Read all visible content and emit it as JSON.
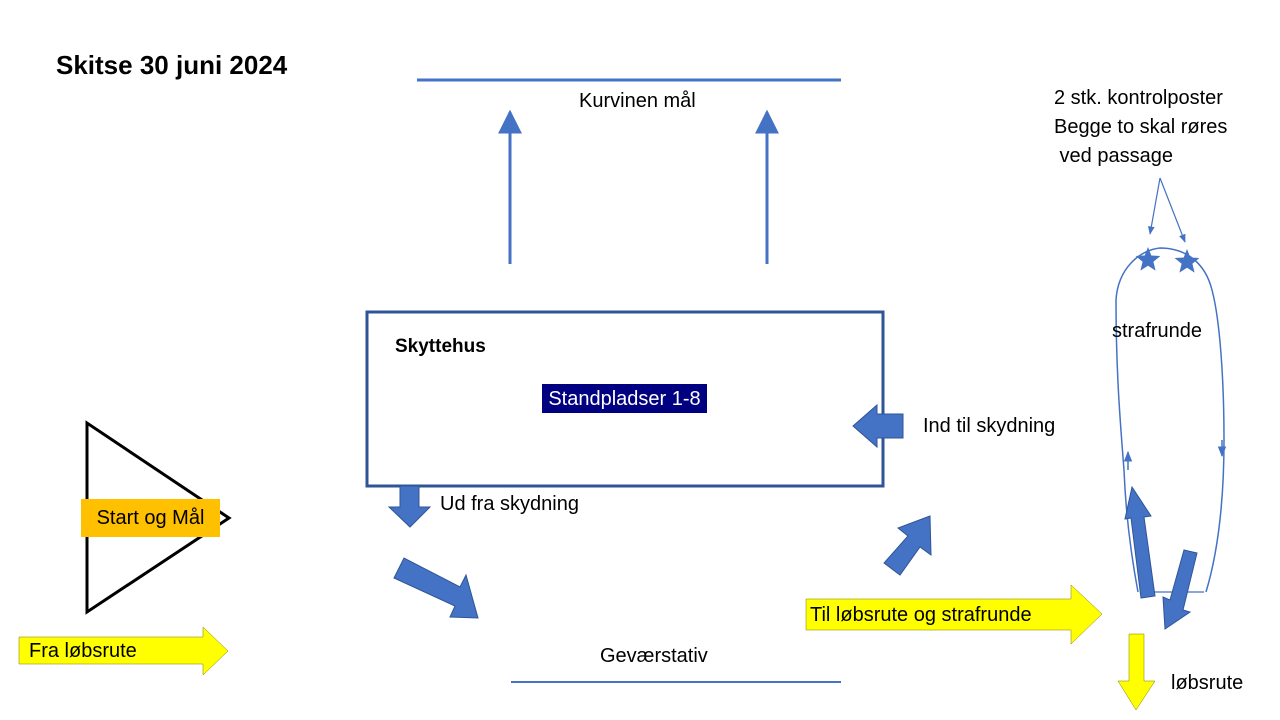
{
  "title": "Skitse 30 juni 2024",
  "labels": {
    "target": "Kurvinen mål",
    "control_posts": [
      "2 stk. kontrolposter",
      "Begge to skal røres",
      " ved passage"
    ],
    "shooting_house": "Skyttehus",
    "stands": "Standpladser 1-8",
    "into_shooting": "Ind til skydning",
    "out_of_shooting": "Ud fra skydning",
    "penalty_loop": "strafrunde",
    "start_finish": "Start og Mål",
    "from_route": "Fra løbsrute",
    "to_route": "Til løbsrute og strafrunde",
    "rifle_rack": "Geværstativ",
    "route": "løbsrute"
  },
  "colors": {
    "line_blue": "#4472C4",
    "box_border": "#2F5597",
    "yellow": "#FFFF00",
    "orange": "#FFC000",
    "navy": "#000080",
    "text": "#000000"
  }
}
